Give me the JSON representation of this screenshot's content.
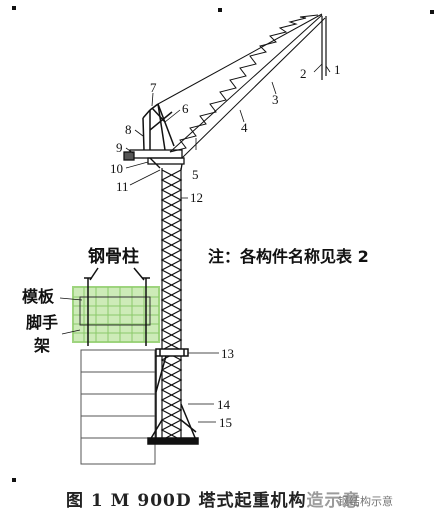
{
  "labels": {
    "n1": "1",
    "n2": "2",
    "n3": "3",
    "n4": "4",
    "n5": "5",
    "n6": "6",
    "n7": "7",
    "n8": "8",
    "n9": "9",
    "n10": "10",
    "n11": "11",
    "n12": "12",
    "n13": "13",
    "n14": "14",
    "n15": "15"
  },
  "annotations": {
    "steel_column": "钢骨柱",
    "formwork": "模板",
    "scaffold_line1": "脚手",
    "scaffold_line2": "架",
    "note": "注：各构件名称见表 2"
  },
  "caption": "图 1 M 900D 塔式起重机构造示意",
  "watermark": "钢结构示意",
  "colors": {
    "line": "#111111",
    "scaffold_green": "#9ed47e",
    "scaffold_fill": "#cdebb8",
    "background": "#ffffff"
  }
}
